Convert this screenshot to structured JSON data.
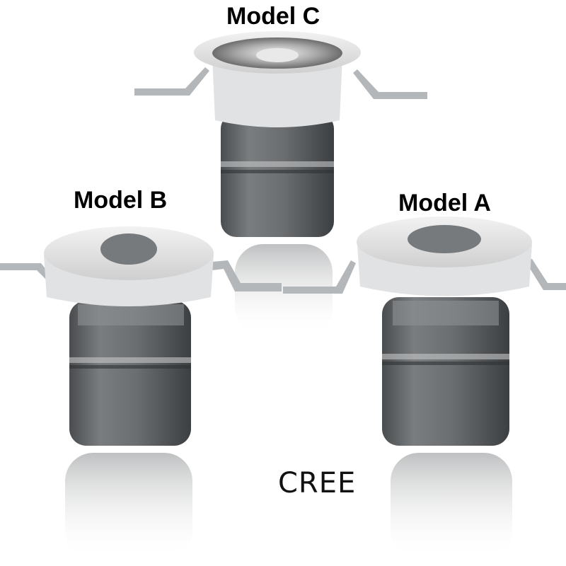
{
  "labels": {
    "model_c": "Model C",
    "model_b": "Model B",
    "model_a": "Model A"
  },
  "brand": "CREE",
  "colors": {
    "housing_white": "#e6e6e6",
    "body_gray": "#6f7274",
    "body_dark": "#3e4143",
    "background": "#ffffff"
  }
}
